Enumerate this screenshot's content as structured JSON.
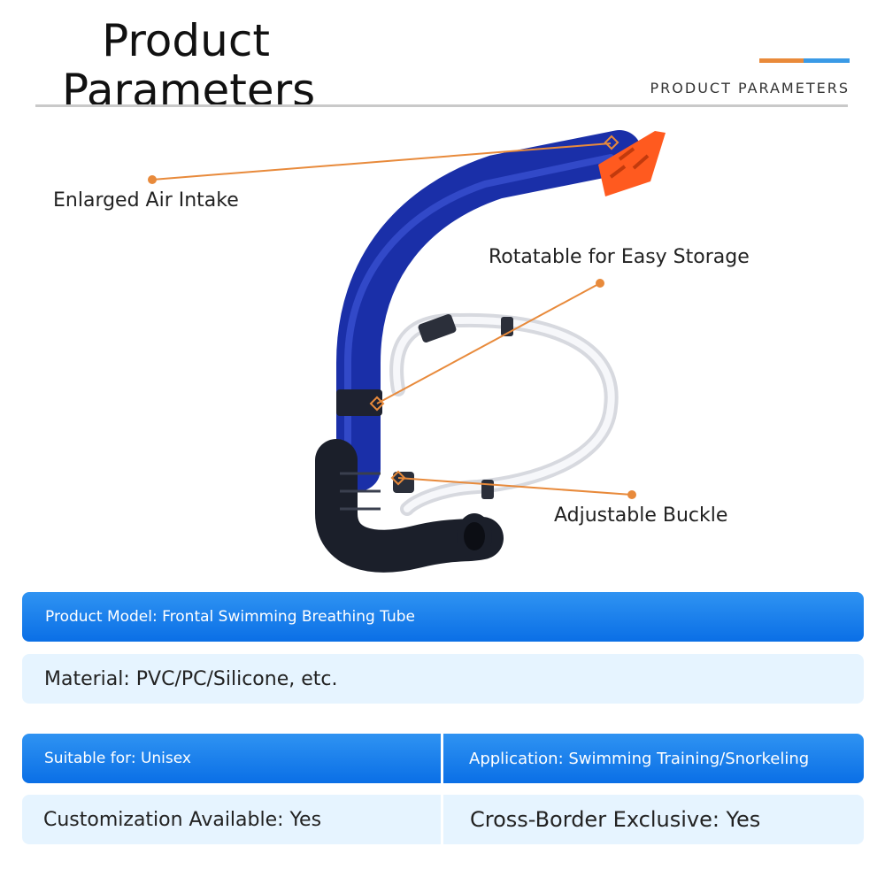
{
  "header": {
    "title_line1": "Product",
    "title_line2": "Parameters",
    "subtitle": "PRODUCT PARAMETERS",
    "accent_colors": [
      "#e98a3a",
      "#3a9ae6"
    ]
  },
  "callouts": {
    "air_intake": "Enlarged Air Intake",
    "rotatable": "Rotatable for Easy Storage",
    "buckle": "Adjustable Buckle"
  },
  "specs": {
    "model": "Product Model: Frontal Swimming Breathing Tube",
    "material": "Material: PVC/PC/Silicone, etc.",
    "suitable": "Suitable for: Unisex",
    "application": "Application: Swimming Training/Snorkeling",
    "customization": "Customization Available: Yes",
    "cross_border": "Cross-Border Exclusive: Yes"
  },
  "colors": {
    "tube": "#1a2fa8",
    "intake": "#ff5a1f",
    "mouthpiece": "#1b1f2a",
    "leader_line": "#e88a3b",
    "bar_blue": "#0a6fe6",
    "bar_light": "#e6f4ff"
  }
}
